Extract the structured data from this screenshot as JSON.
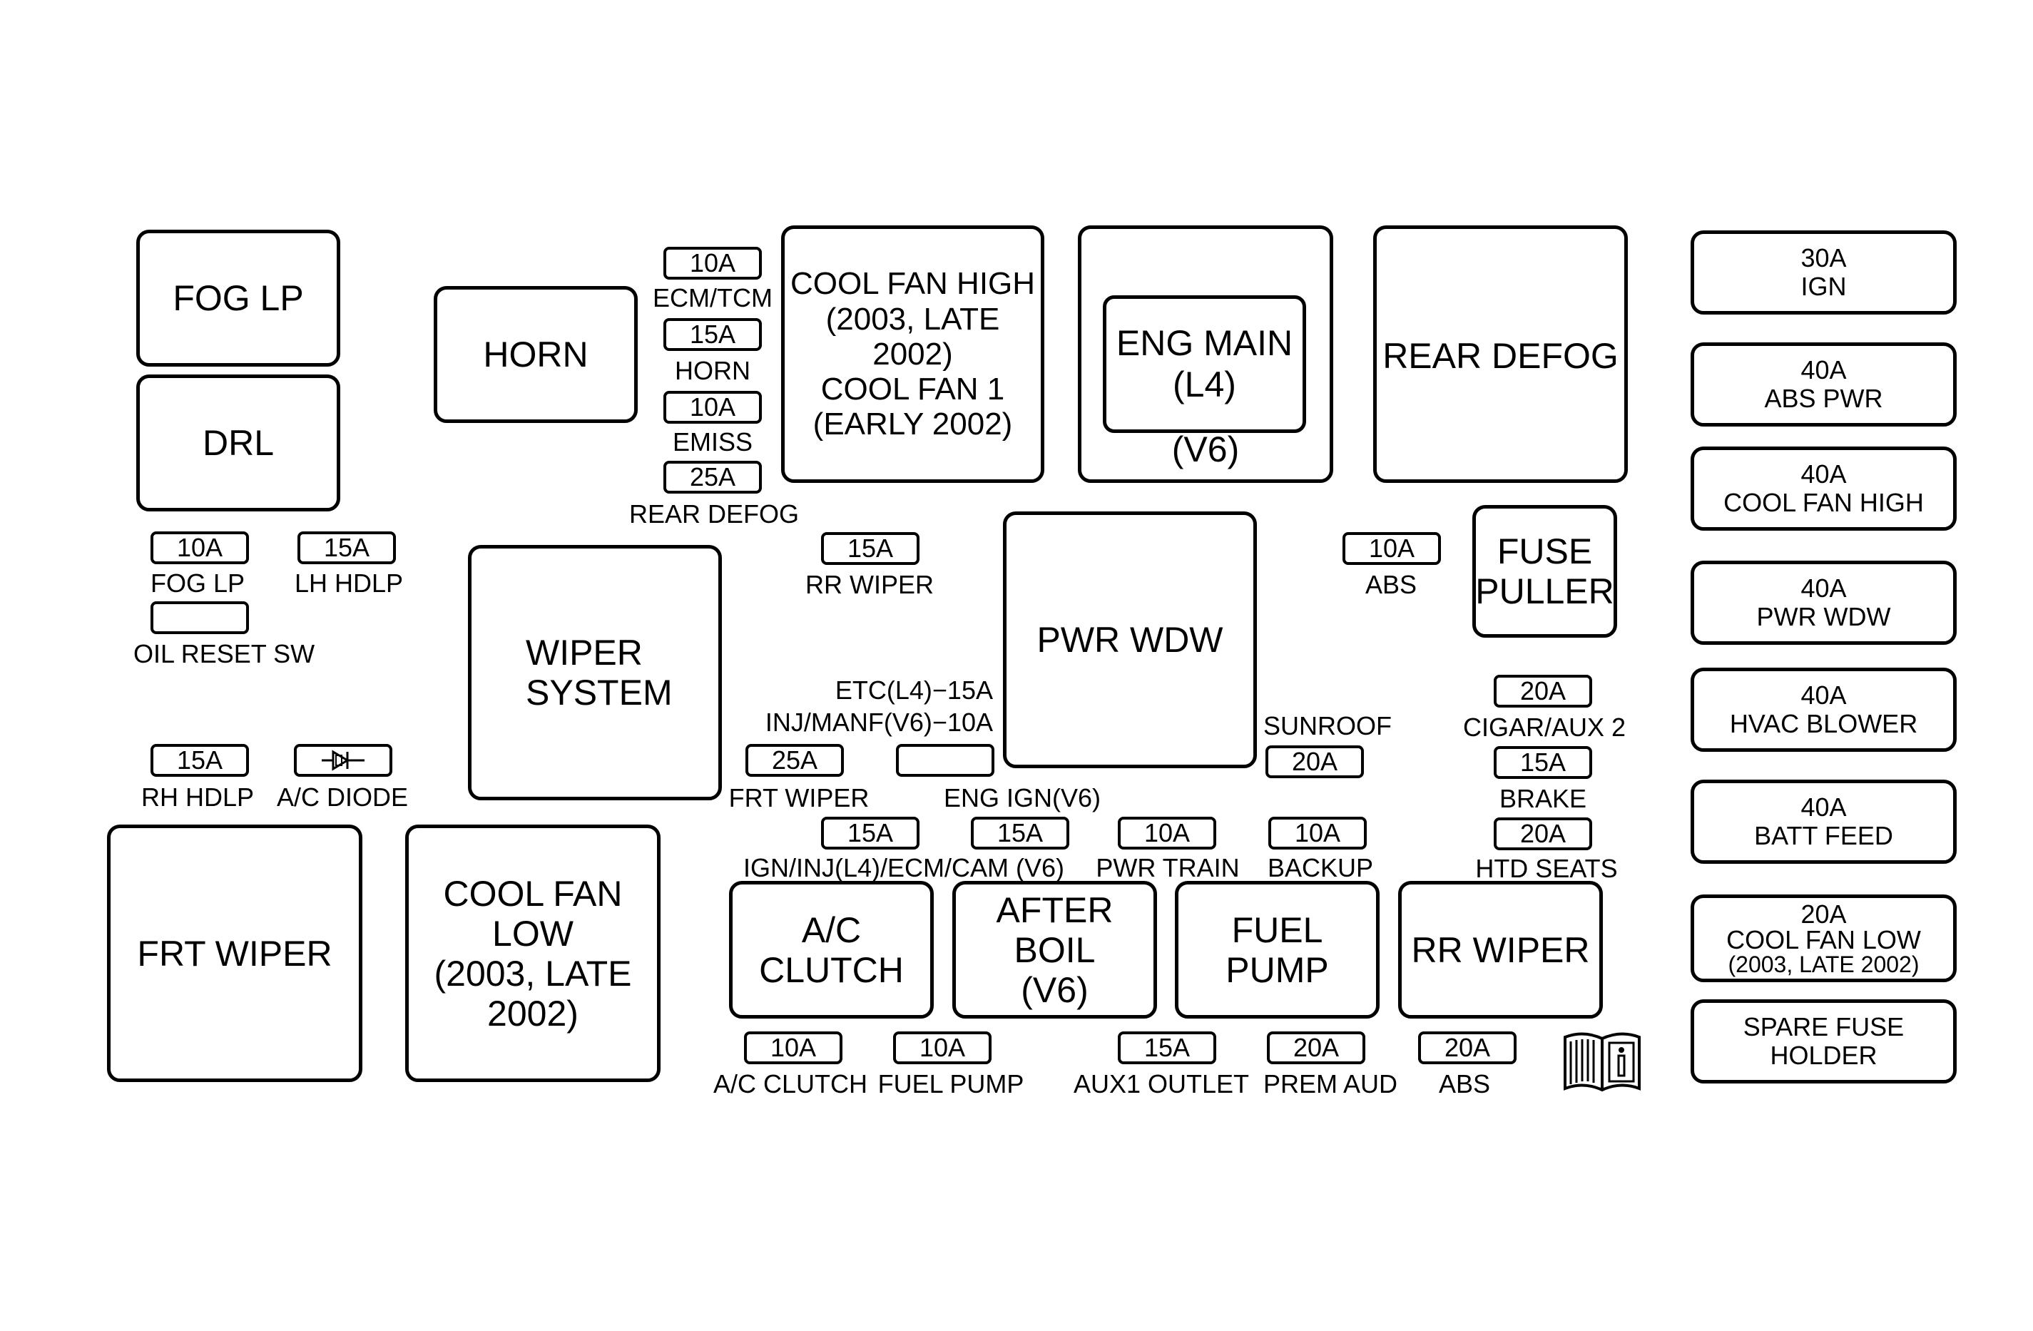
{
  "relays": {
    "fog_lp": "FOG LP",
    "drl": "DRL",
    "horn": "HORN",
    "cool_fan_high": [
      "COOL FAN HIGH",
      "(2003, LATE 2002)",
      "COOL FAN 1",
      "(EARLY 2002)"
    ],
    "eng_main_inner": [
      "ENG MAIN",
      "(L4)"
    ],
    "eng_main_v6": "(V6)",
    "rear_defog": "REAR DEFOG",
    "wiper_system": [
      "WIPER",
      "SYSTEM"
    ],
    "pwr_wdw": "PWR WDW",
    "fuse_puller": [
      "FUSE",
      "PULLER"
    ],
    "frt_wiper": "FRT WIPER",
    "cool_fan_low": [
      "COOL FAN",
      "LOW",
      "(2003, LATE",
      "2002)"
    ],
    "ac_clutch": [
      "A/C",
      "CLUTCH"
    ],
    "after_boil": [
      "AFTER",
      "BOIL",
      "(V6)"
    ],
    "fuel_pump": [
      "FUEL",
      "PUMP"
    ],
    "rr_wiper": "RR WIPER"
  },
  "fuses": {
    "ecm_tcm": {
      "rating": "10A",
      "label": "ECM/TCM"
    },
    "horn": {
      "rating": "15A",
      "label": "HORN"
    },
    "emiss": {
      "rating": "10A",
      "label": "EMISS"
    },
    "rear_defog": {
      "rating": "25A",
      "label": "REAR DEFOG"
    },
    "fog_lp": {
      "rating": "10A",
      "label": "FOG LP"
    },
    "lh_hdlp": {
      "rating": "15A",
      "label": "LH HDLP"
    },
    "oil_reset_sw": {
      "rating": "",
      "label": "OIL RESET SW"
    },
    "rr_wiper": {
      "rating": "15A",
      "label": "RR WIPER"
    },
    "abs_small": {
      "rating": "10A",
      "label": "ABS"
    },
    "rh_hdlp": {
      "rating": "15A",
      "label": "RH HDLP"
    },
    "ac_diode": {
      "rating": "",
      "label": "A/C DIODE"
    },
    "etc_label": "ETC(L4)−15A",
    "inj_manf_label": "INJ/MANF(V6)−10A",
    "frt_wiper": {
      "rating": "25A",
      "label": "FRT WIPER"
    },
    "eng_ign_label": "ENG IGN(V6)",
    "sunroof": {
      "rating": "20A",
      "label": "SUNROOF"
    },
    "cigar_aux2": {
      "rating": "20A",
      "label": "CIGAR/AUX 2"
    },
    "brake": {
      "rating": "15A",
      "label": "BRAKE"
    },
    "ign_inj": {
      "rating": "15A"
    },
    "ecm_cam": {
      "rating": "15A"
    },
    "ign_inj_label": "IGN/INJ(L4)/ECM/CAM (V6)",
    "pwr_train": {
      "rating": "10A",
      "label": "PWR TRAIN"
    },
    "backup": {
      "rating": "10A",
      "label": "BACKUP"
    },
    "htd_seats": {
      "rating": "20A",
      "label": "HTD SEATS"
    },
    "ac_clutch": {
      "rating": "10A",
      "label": "A/C CLUTCH"
    },
    "fuel_pump": {
      "rating": "10A",
      "label": "FUEL PUMP"
    },
    "aux1_outlet": {
      "rating": "15A",
      "label": "AUX1 OUTLET"
    },
    "prem_aud": {
      "rating": "20A",
      "label": "PREM AUD"
    },
    "abs_bottom": {
      "rating": "20A",
      "label": "ABS"
    }
  },
  "maxi_fuses": [
    {
      "rating": "30A",
      "label": "IGN"
    },
    {
      "rating": "40A",
      "label": "ABS PWR"
    },
    {
      "rating": "40A",
      "label": "COOL FAN HIGH"
    },
    {
      "rating": "40A",
      "label": "PWR WDW"
    },
    {
      "rating": "40A",
      "label": "HVAC BLOWER"
    },
    {
      "rating": "40A",
      "label": "BATT FEED"
    },
    {
      "rating": "20A",
      "label": "COOL FAN LOW",
      "sub": "(2003, LATE 2002)"
    },
    {
      "rating": "SPARE FUSE",
      "label": "HOLDER"
    }
  ],
  "icons": {
    "diode_symbol": "diode-icon",
    "manual": "owner-manual-info-icon"
  }
}
